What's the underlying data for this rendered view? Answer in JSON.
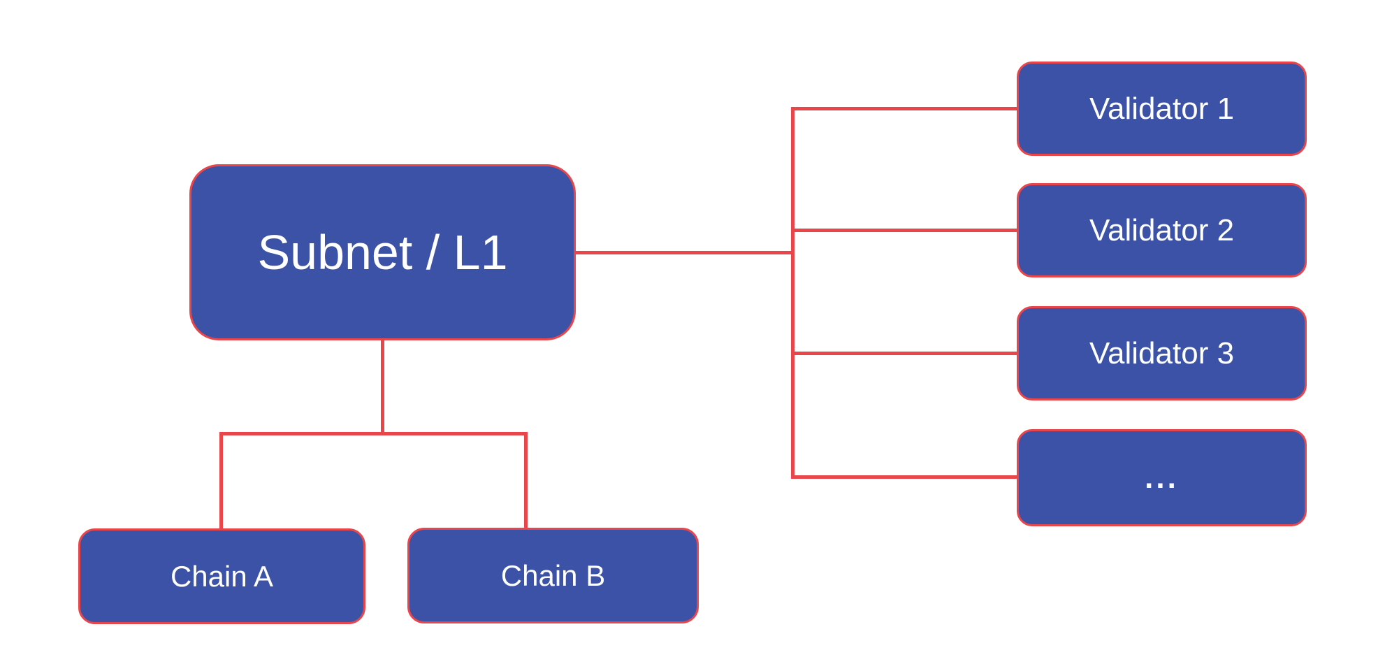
{
  "diagram": {
    "nodes": {
      "subnet": {
        "label": "Subnet / L1"
      },
      "chain_a": {
        "label": "Chain A"
      },
      "chain_b": {
        "label": "Chain B"
      },
      "validator_1": {
        "label": "Validator 1"
      },
      "validator_2": {
        "label": "Validator 2"
      },
      "validator_3": {
        "label": "Validator 3"
      },
      "validator_more": {
        "label": "..."
      }
    },
    "colors": {
      "node_fill": "#3b52a7",
      "node_border": "#e8464b",
      "connector": "#e8464b",
      "text": "#ffffff",
      "background": "#ffffff"
    }
  }
}
